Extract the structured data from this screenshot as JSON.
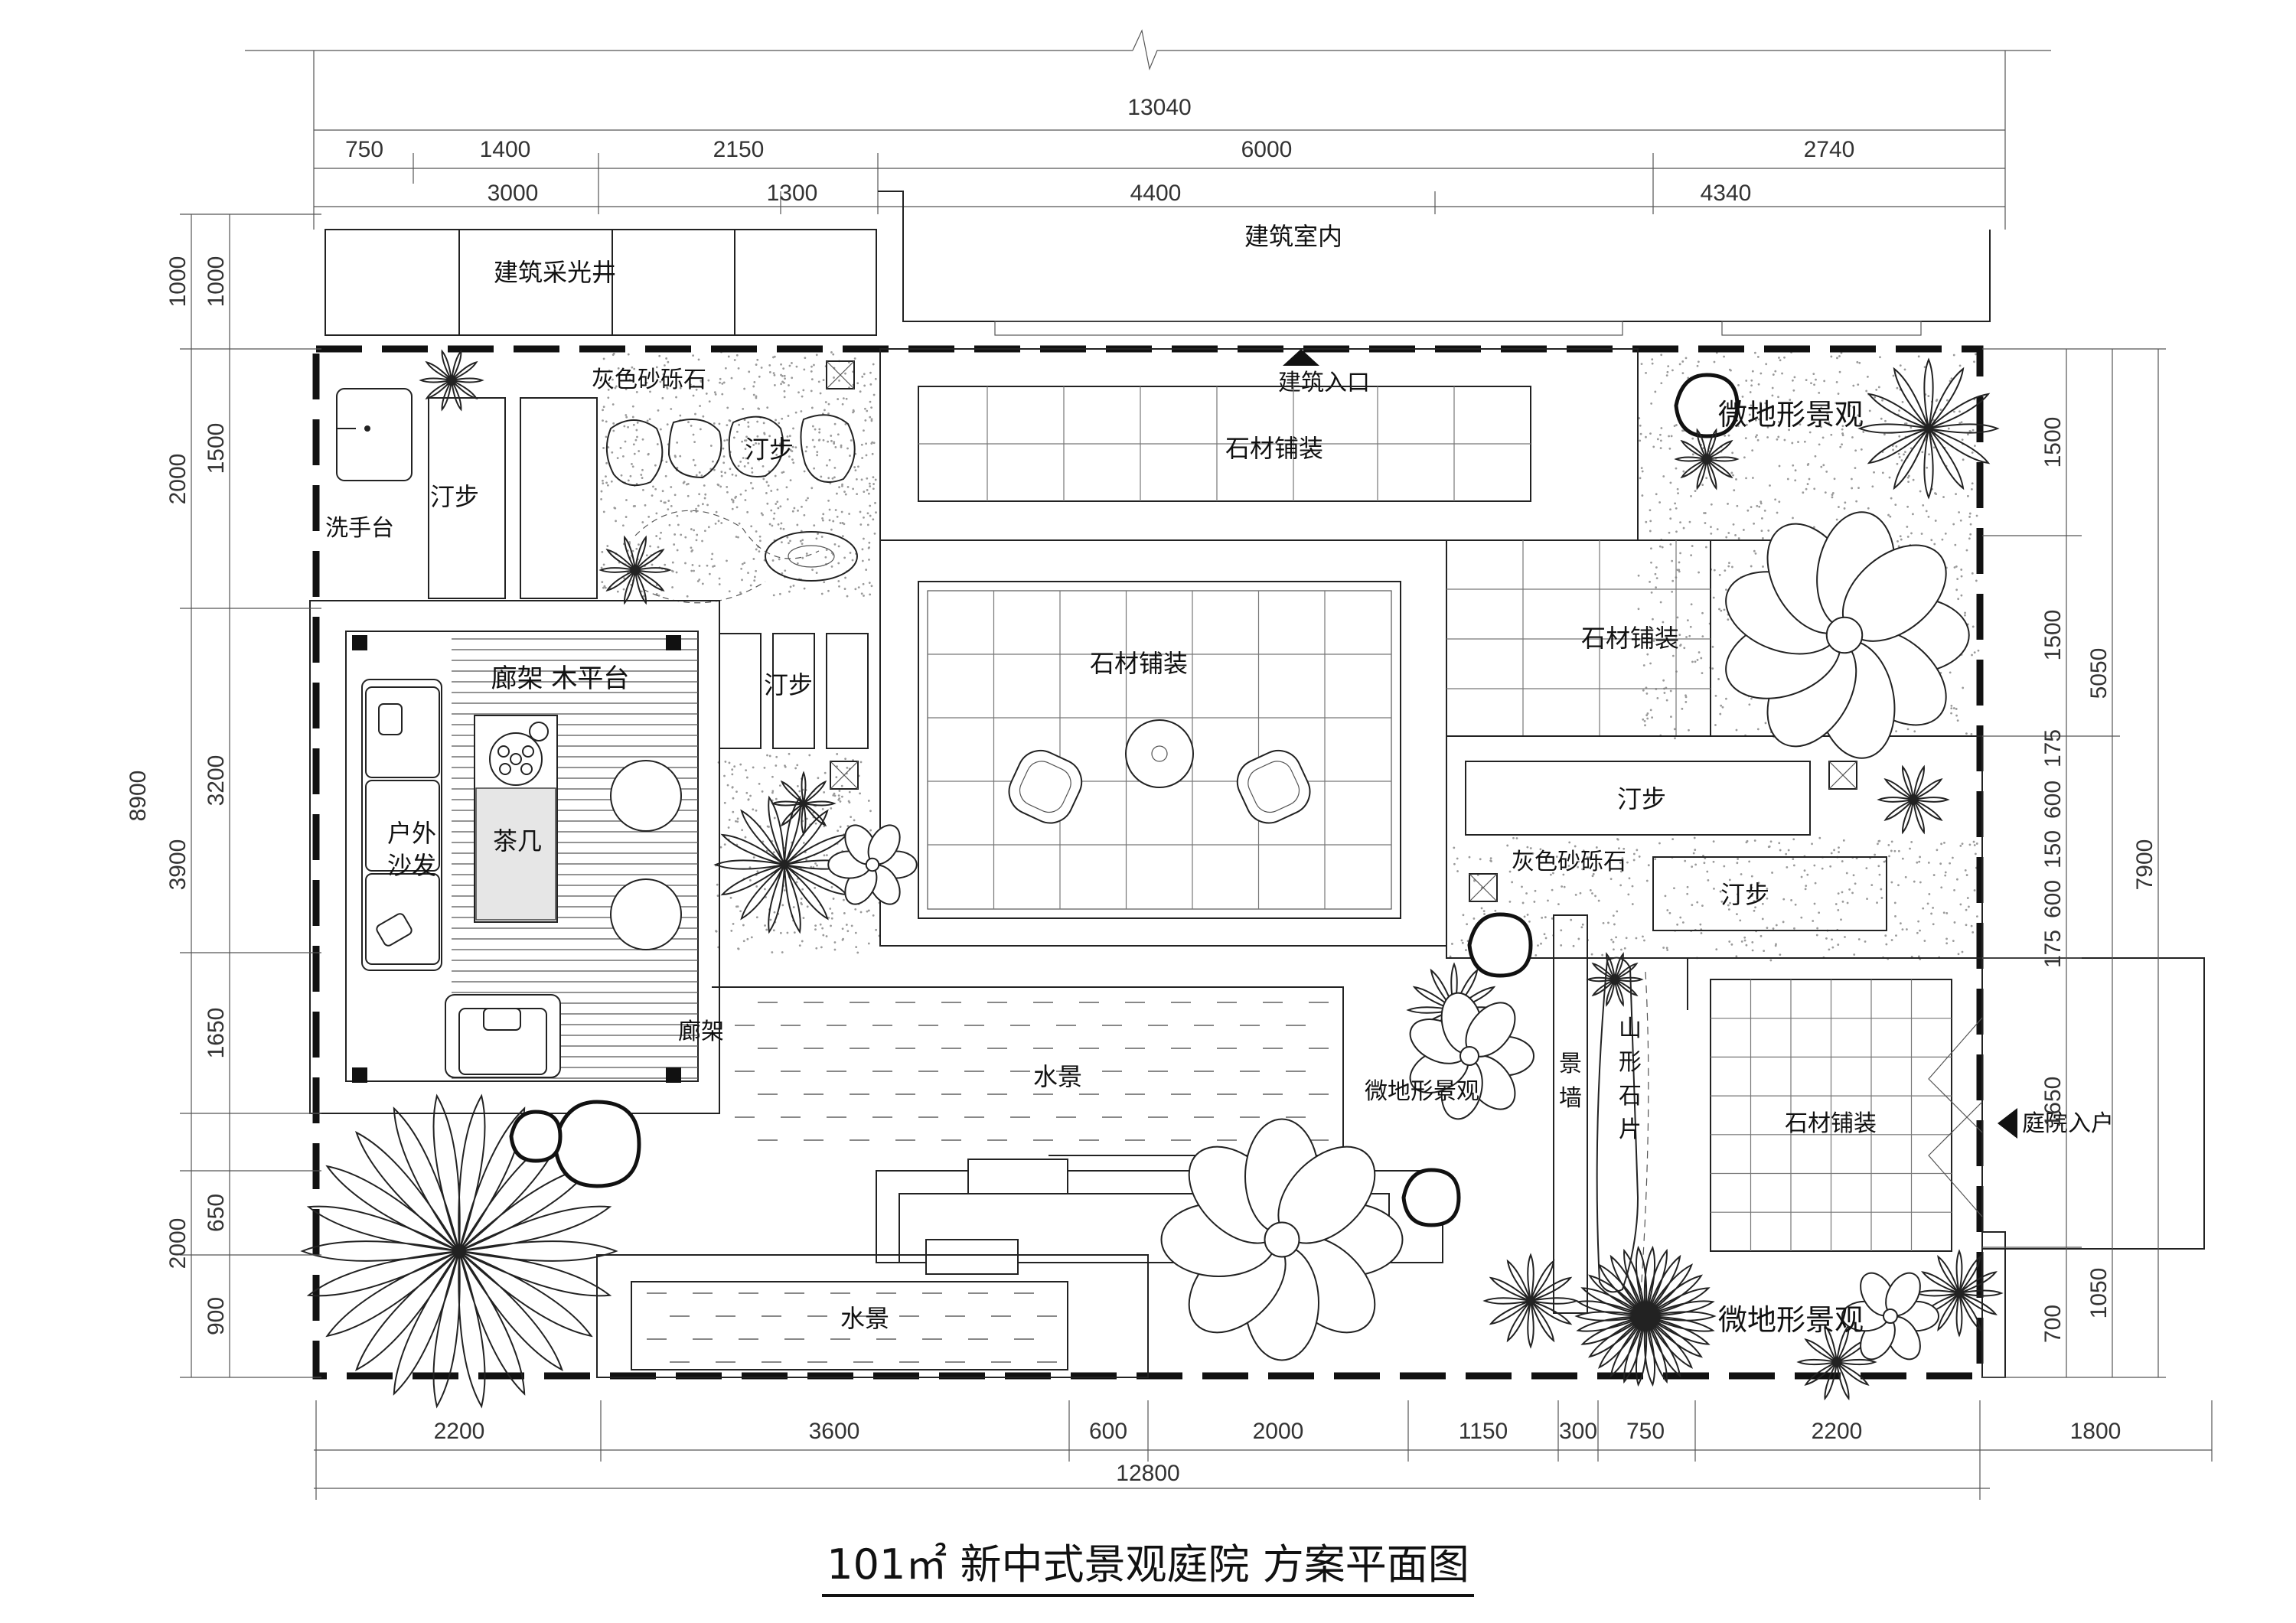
{
  "title": "101㎡ 新中式景观庭院 方案平面图",
  "dimensions": {
    "top_total": "13040",
    "top_row1": [
      "750",
      "1400",
      "2150",
      "6000",
      "2740"
    ],
    "top_row2": [
      "3000",
      "1300",
      "4400",
      "4340"
    ],
    "bottom_row1": [
      "2200",
      "3600",
      "600",
      "2000",
      "1150",
      "300",
      "750",
      "2200",
      "1800"
    ],
    "bottom_total": "12800",
    "left_outer": [
      "1000",
      "2000",
      "3900",
      "2000"
    ],
    "left_outer_total": "8900",
    "left_inner": [
      "1000",
      "1500",
      "3200",
      "1650",
      "650",
      "900"
    ],
    "right_inner": [
      "1500",
      "1500",
      "175",
      "600",
      "150",
      "600",
      "175",
      "1650",
      "1050",
      "700"
    ],
    "right_outer": [
      "5050",
      "7900"
    ]
  },
  "labels": {
    "skylight": "建筑采光井",
    "indoor": "建筑室内",
    "entrance": "建筑入口",
    "gravel_top": "灰色砂砾石",
    "gravel_mid": "灰色砂砾石",
    "step_left": "汀步",
    "step_top": "汀步",
    "step_mid": "汀步",
    "step_right1": "汀步",
    "step_right2": "汀步",
    "washbasin": "洗手台",
    "stone_top": "石材铺装",
    "stone_center": "石材铺装",
    "stone_right": "石材铺装",
    "stone_bottom_right": "石材铺装",
    "pergola_deck": "廊架 木平台",
    "sofa_line1": "户外",
    "sofa_line2": "沙发",
    "tea_table": "茶几",
    "pergola": "廊架",
    "water1": "水景",
    "water2": "水景",
    "micro_top": "微地形景观",
    "micro_mid": "微地形景观",
    "micro_bottom": "微地形景观",
    "scene_wall_1": "景",
    "scene_wall_2": "墙",
    "rock_1": "山",
    "rock_2": "形",
    "rock_3": "石",
    "rock_4": "片",
    "yard_entry": "庭院入户"
  }
}
